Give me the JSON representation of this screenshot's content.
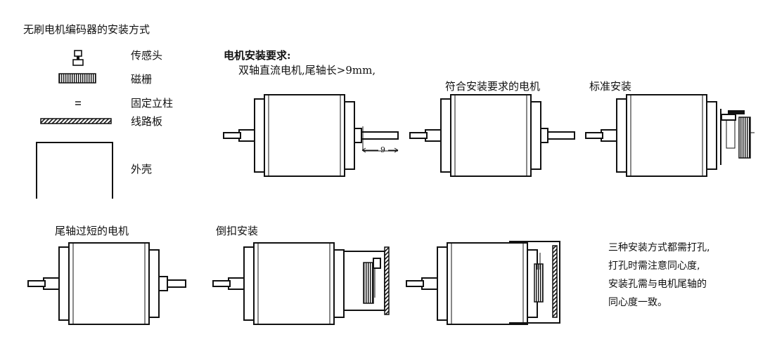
{
  "title": "无刷电机编码器的安装方式",
  "legend": [
    {
      "icon": "sensor-head-icon",
      "label": "传感头"
    },
    {
      "icon": "magnetic-grid-icon",
      "label": "磁栅"
    },
    {
      "icon": "fixed-post-icon",
      "label": "固定立柱"
    },
    {
      "icon": "circuit-board-icon",
      "label": "线路板"
    },
    {
      "icon": "housing-icon",
      "label": "外壳"
    }
  ],
  "requirements": {
    "heading": "电机安装要求:",
    "text": "双轴直流电机,尾轴长>9mm,",
    "dimension": "9"
  },
  "captions": {
    "qualified_motor": "符合安装要求的电机",
    "standard_install": "标准安装",
    "short_tail_motor": "尾轴过短的电机",
    "inverted_install": "倒扣安装"
  },
  "notes": [
    "三种安装方式都需打孔,",
    "打孔时需注意同心度,",
    "安装孔需与电机尾轴的",
    "同心度一致。"
  ]
}
